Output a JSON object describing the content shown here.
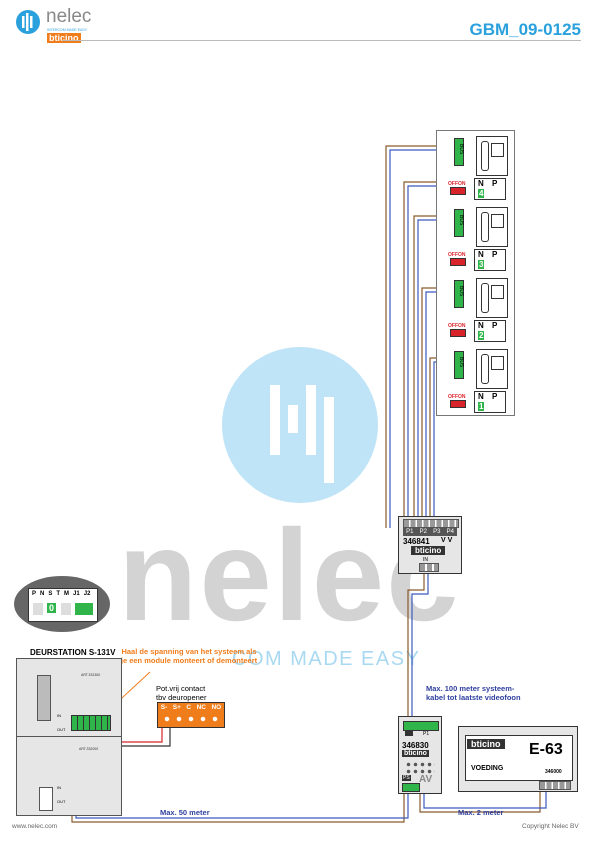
{
  "header": {
    "brand_name": "nelec",
    "brand_tagline": "INTERCOM MADE EASY",
    "partner_brand": "bticino",
    "doc_code": "GBM_09-0125"
  },
  "watermark": {
    "word": "nelec",
    "tagline": "COM MADE EASY"
  },
  "monitors": [
    {
      "unit_id": "4",
      "switch_off": "OFF",
      "switch_on": "ON",
      "n_label": "N",
      "p_label": "P",
      "bus_label": "BUS"
    },
    {
      "unit_id": "3",
      "switch_off": "OFF",
      "switch_on": "ON",
      "n_label": "N",
      "p_label": "P",
      "bus_label": "BUS"
    },
    {
      "unit_id": "2",
      "switch_off": "OFF",
      "switch_on": "ON",
      "n_label": "N",
      "p_label": "P",
      "bus_label": "BUS"
    },
    {
      "unit_id": "1",
      "switch_off": "OFF",
      "switch_on": "ON",
      "n_label": "N",
      "p_label": "P",
      "bus_label": "BUS"
    }
  ],
  "distributor": {
    "ports": [
      "P1",
      "P2",
      "P3",
      "P4"
    ],
    "model": "346841",
    "brand": "bticino",
    "vv": "V V",
    "in_label": "IN"
  },
  "door_station": {
    "title": "DEURSTATION S-131V",
    "warning": "Haal de spanning van het systeem als je een module monteert of demonteert",
    "module_code_1": "ART.331300",
    "module_code_2": "ART.332000",
    "in_label": "IN",
    "out_label": "OUT",
    "dip_labels": [
      "P",
      "N",
      "S",
      "T",
      "M",
      "J1",
      "J2"
    ],
    "dip_value": "0"
  },
  "contact": {
    "title": "Pot.vrij contact",
    "subtitle": "tbv deuropener",
    "terminals": [
      "S-",
      "S+",
      "C",
      "NC",
      "NO"
    ]
  },
  "adapter": {
    "model": "346830",
    "brand": "bticino",
    "p1": "P1",
    "av": "AV",
    "ps": "PS"
  },
  "power_supply": {
    "brand": "bticino",
    "model": "E-63",
    "label": "VOEDING",
    "code": "346000"
  },
  "notes": {
    "max_100": "Max. 100 meter systeem-",
    "max_100_2": "kabel tot laatste videofoon",
    "max_50": "Max. 50 meter",
    "max_2": "Max. 2 meter"
  },
  "footer": {
    "website": "www.nelec.com",
    "copyright": "Copyright Nelec BV"
  },
  "colors": {
    "accent_blue": "#2aa1dc",
    "watermark_circle": "#bfe3f7",
    "orange": "#f07d1c",
    "note_blue": "#2f3f9e",
    "wire_brown": "#8a5a2a",
    "wire_blue": "#3b5bbf",
    "wire_red": "#d8232a",
    "green": "#2fb54a"
  }
}
